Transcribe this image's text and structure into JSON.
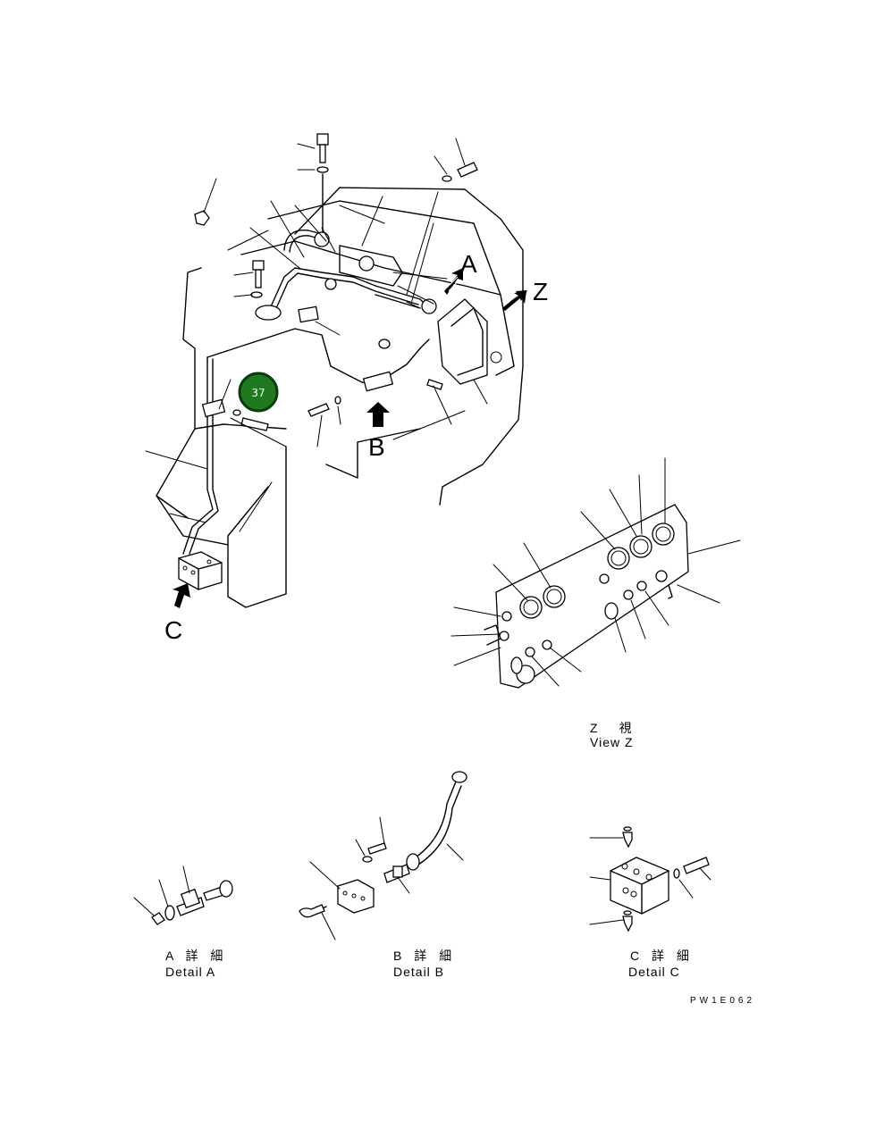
{
  "callout": {
    "number": "37",
    "color": "#1f7a1f"
  },
  "view_letters": {
    "a": "A",
    "b": "B",
    "c": "C",
    "z": "Z"
  },
  "captions": {
    "view_z_jp": "Z　視",
    "view_z_en": "View Z",
    "detail_a_jp": "A 詳 細",
    "detail_a_en": "Detail A",
    "detail_b_jp": "B 詳 細",
    "detail_b_en": "Detail B",
    "detail_c_jp": "C 詳 細",
    "detail_c_en": "Detail C"
  },
  "drawing_code": "PW1E062"
}
